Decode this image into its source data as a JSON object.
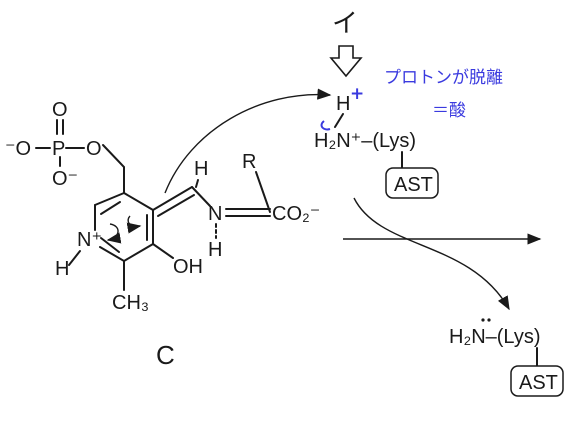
{
  "texts": {
    "top_label": "イ",
    "proton_note": "プロトンが脱離",
    "acid_note": "＝酸",
    "plus_mark": "+",
    "h_top": "H",
    "h2n_top": "H₂N⁺–(Lys)",
    "ast_top": "AST",
    "h2n_bottom": "H₂N–(Lys)",
    "ast_bottom": "AST",
    "compound_label": "C",
    "minus_o_left": "⁻O",
    "p": "P",
    "o_top": "O",
    "o_right": "O",
    "o_minus_bottom": "O⁻",
    "h_ring": "H",
    "n_ring": "N⁺",
    "oh": "OH",
    "ch3": "CH₃",
    "h_imine": "H",
    "r": "R",
    "n_imine": "N",
    "h_n": "H",
    "co2": "CO₂⁻"
  },
  "colors": {
    "ink": "#1a1a1a",
    "annotation": "#3a3adf"
  }
}
